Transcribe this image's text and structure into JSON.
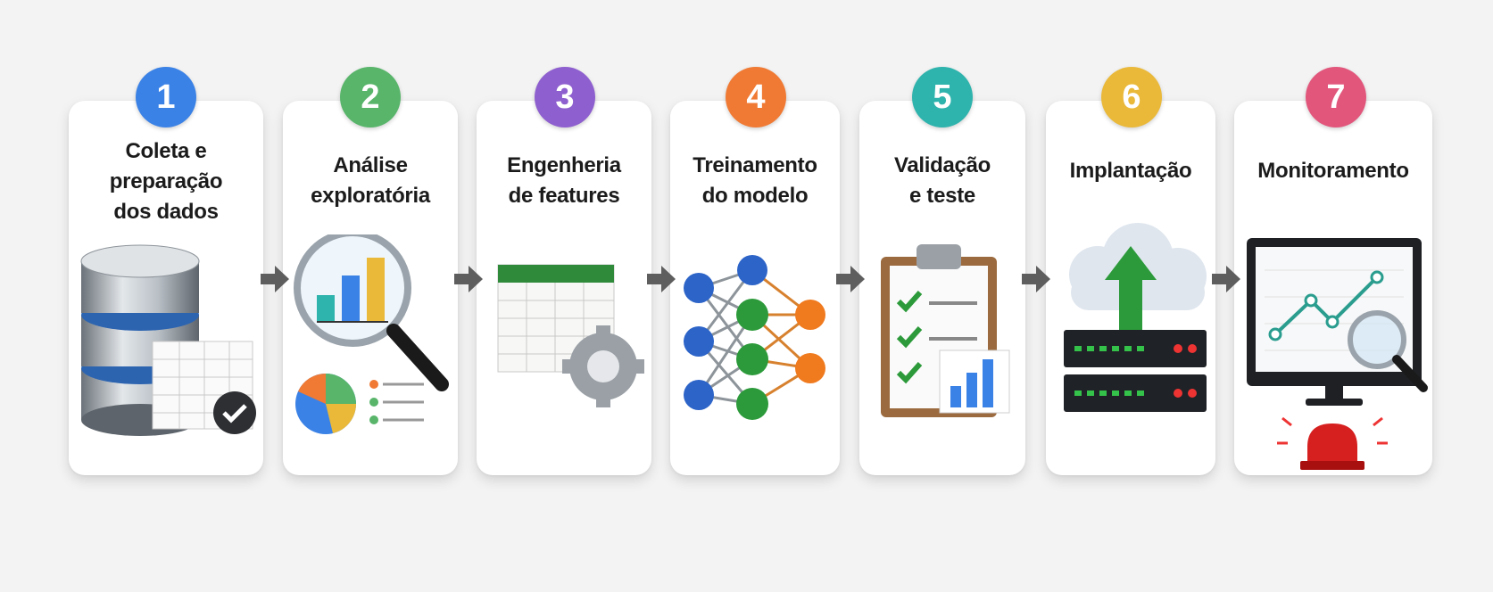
{
  "steps": [
    {
      "number": "1",
      "title": "Coleta e\npreparação\ndos dados",
      "color": "#3b82e6",
      "icon": "database-spreadsheet-icon"
    },
    {
      "number": "2",
      "title": "Análise\nexploratória",
      "color": "#58b56a",
      "icon": "magnifier-chart-icon"
    },
    {
      "number": "3",
      "title": "Engenheria\nde features",
      "color": "#8e5fcf",
      "icon": "table-gear-icon"
    },
    {
      "number": "4",
      "title": "Treinamento\ndo modelo",
      "color": "#f07a34",
      "icon": "neural-network-icon"
    },
    {
      "number": "5",
      "title": "Validação\ne teste",
      "color": "#2fb3ad",
      "icon": "clipboard-checklist-icon"
    },
    {
      "number": "6",
      "title": "Implantação",
      "color": "#eab93a",
      "icon": "cloud-server-upload-icon"
    },
    {
      "number": "7",
      "title": "Monitoramento",
      "color": "#e2567c",
      "icon": "monitor-alarm-icon"
    }
  ],
  "arrow_color": "#5e5e5e"
}
